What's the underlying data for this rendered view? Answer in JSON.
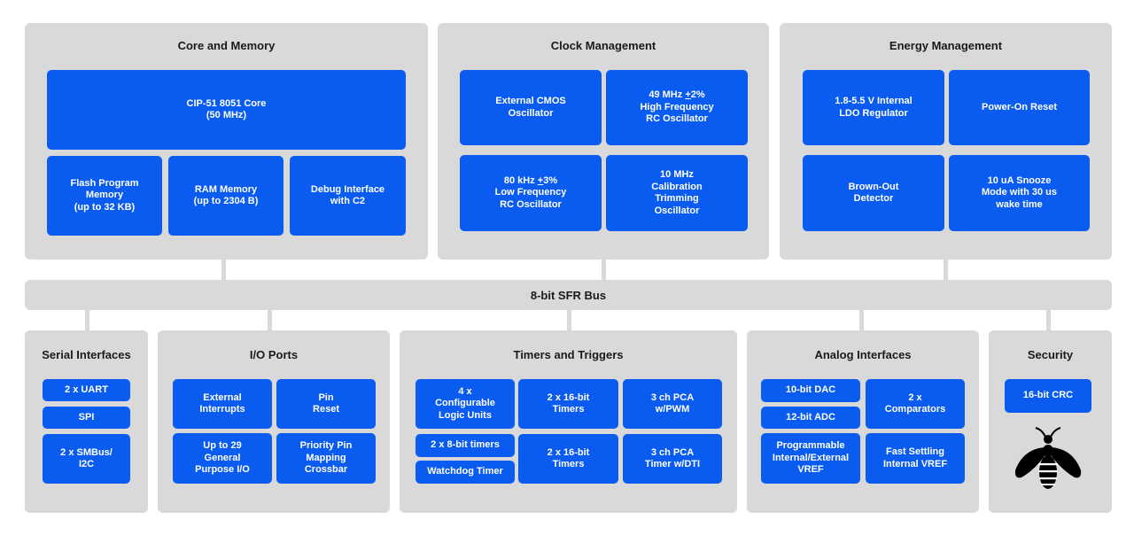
{
  "bus": {
    "label": "8-bit SFR Bus"
  },
  "core": {
    "title": "Core and Memory",
    "cpu": "CIP-51 8051 Core\n(50 MHz)",
    "flash": "Flash Program\nMemory\n(up to 32 KB)",
    "ram": "RAM Memory\n(up to 2304 B)",
    "debug": "Debug Interface\nwith C2"
  },
  "clock": {
    "title": "Clock Management",
    "ext_cmos": "External CMOS\nOscillator",
    "hf_rc": {
      "l1_pre": "49 MHz ",
      "l1_pm": "+",
      "l1_post": "2%",
      "rest": "High Frequency\nRC Oscillator"
    },
    "lf_rc": {
      "l1_pre": "80 kHz ",
      "l1_pm": "+",
      "l1_post": "3%",
      "rest": "Low Frequency\nRC Oscillator"
    },
    "cal": "10 MHz\nCalibration\nTrimming\nOscillator"
  },
  "energy": {
    "title": "Energy Management",
    "ldo": "1.8-5.5 V Internal\nLDO Regulator",
    "por": "Power-On Reset",
    "bod": "Brown-Out\nDetector",
    "snooze": "10 uA Snooze\nMode with 30 us\nwake time"
  },
  "serial": {
    "title": "Serial Interfaces",
    "uart": "2 x UART",
    "spi": "SPI",
    "smbus": "2 x SMBus/\nI2C"
  },
  "io": {
    "title": "I/O Ports",
    "ext_int": "External\nInterrupts",
    "pin_reset": "Pin\nReset",
    "gpio": "Up to 29\nGeneral\nPurpose I/O",
    "crossbar": "Priority Pin\nMapping\nCrossbar"
  },
  "timers": {
    "title": "Timers and Triggers",
    "clu": "4 x\nConfigurable\nLogic Units",
    "t16a": "2 x 16-bit\nTimers",
    "pca_pwm": "3 ch PCA\nw/PWM",
    "t8": "2 x 8-bit timers",
    "wdt": "Watchdog Timer",
    "t16b": "2 x 16-bit\nTimers",
    "pca_dti": "3 ch PCA\nTimer w/DTI"
  },
  "analog": {
    "title": "Analog Interfaces",
    "dac": "10-bit DAC",
    "adc": "12-bit ADC",
    "comp": "2 x\nComparators",
    "vref_prog": "Programmable\nInternal/External\nVREF",
    "vref_fast": "Fast Settling\nInternal VREF"
  },
  "security": {
    "title": "Security",
    "crc": "16-bit CRC",
    "icon": "bee-icon"
  },
  "colors": {
    "block": "#0a5cf0",
    "panel": "#d9d9d9",
    "text": "#1a1a1a"
  }
}
